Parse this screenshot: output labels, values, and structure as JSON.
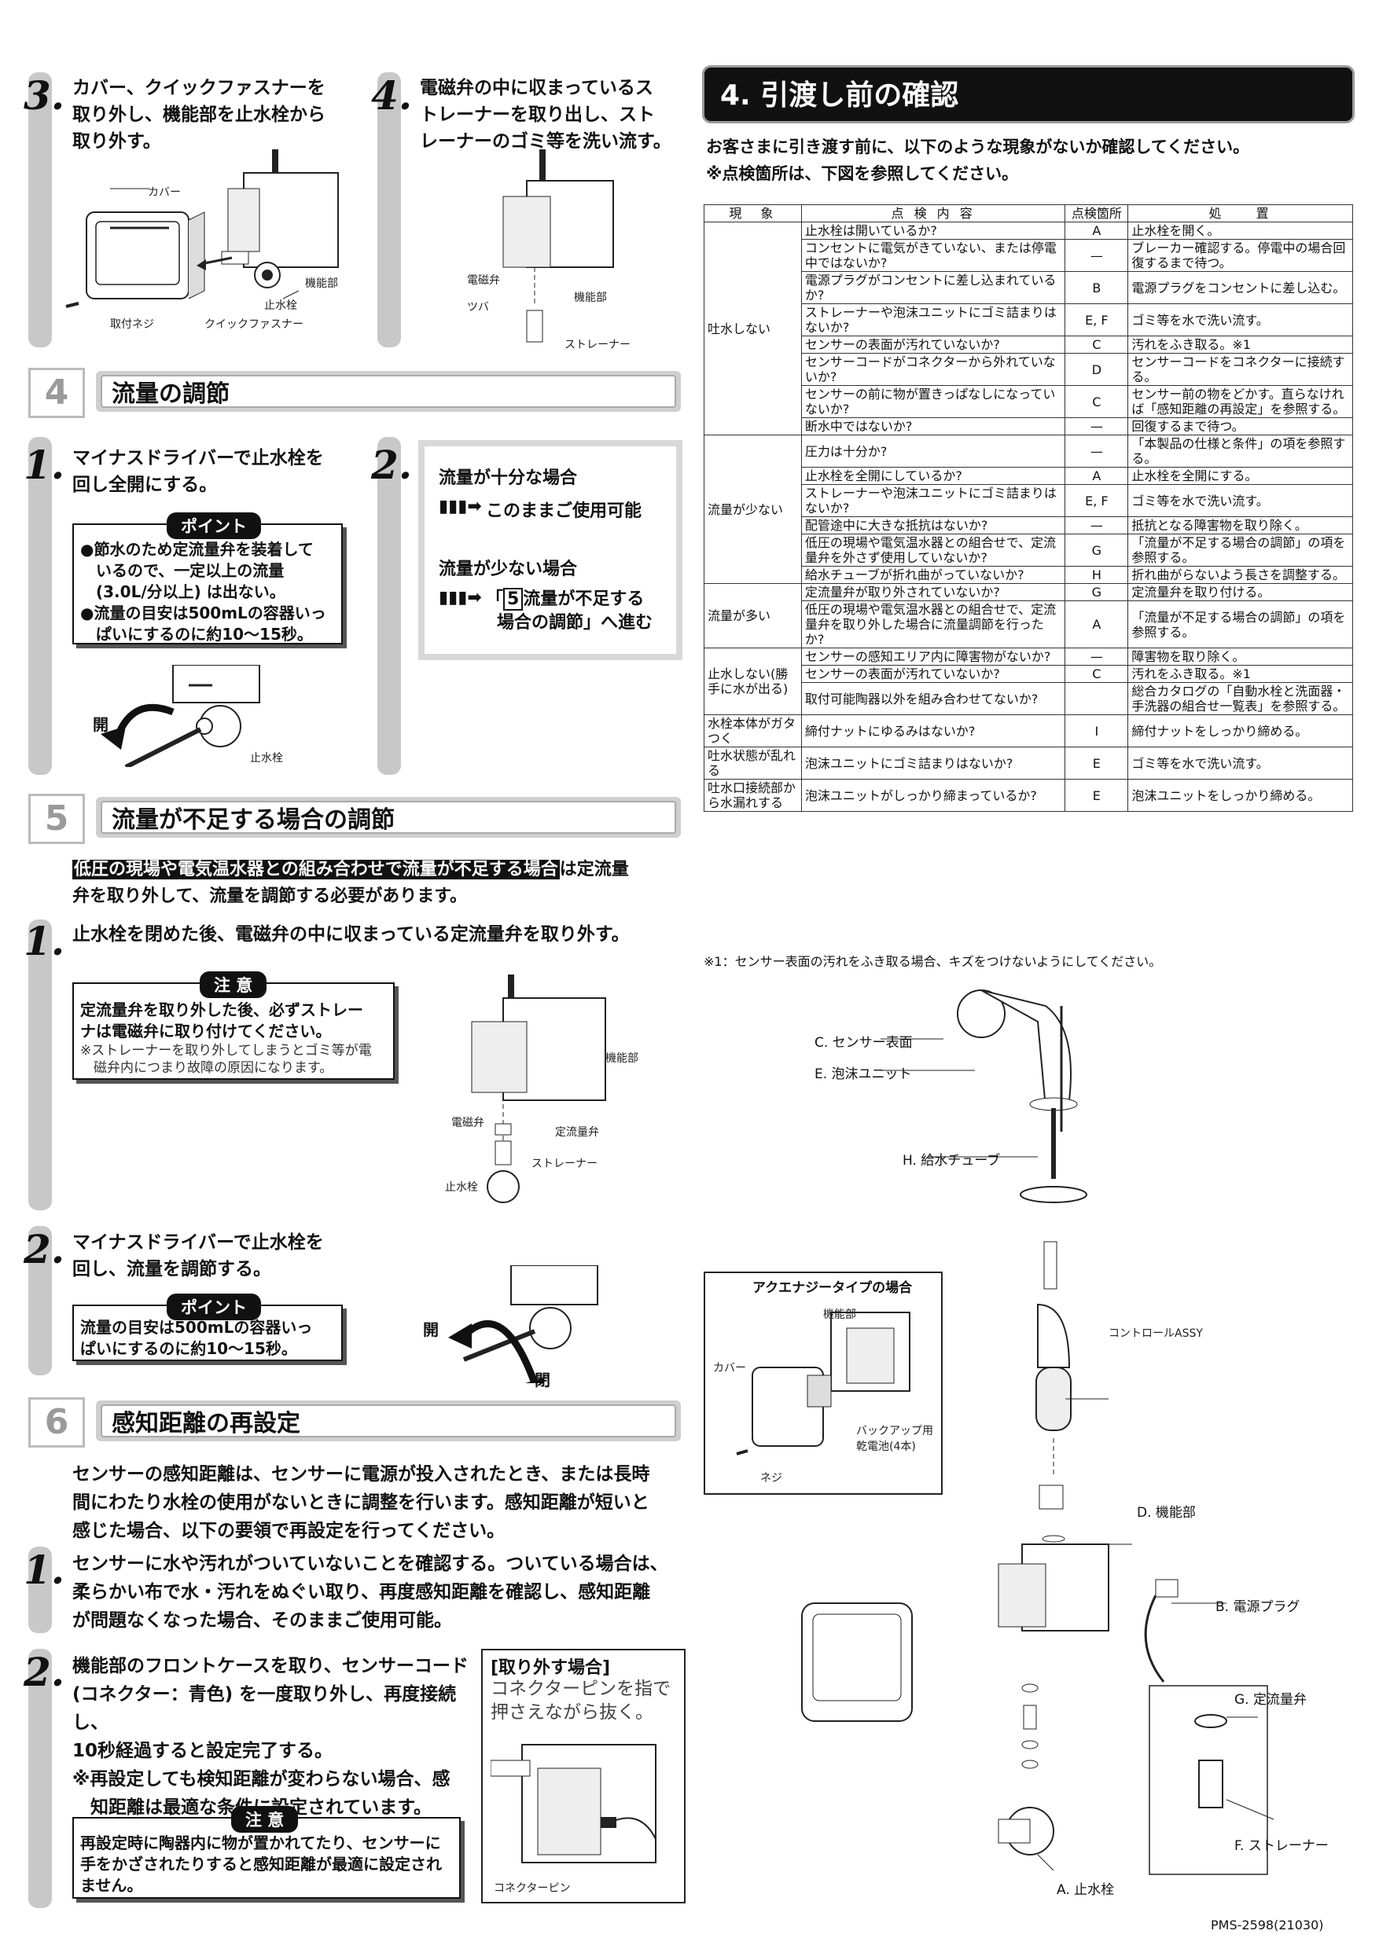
{
  "s3_top": {
    "step3_num": "3.",
    "step3_text": [
      "カバー、クイックファスナーを",
      "取り外し、機能部を止水栓から",
      "取り外す。"
    ],
    "step3_labels": {
      "cover": "カバー",
      "screw": "取付ネジ",
      "fastener": "クイックファスナー",
      "valve": "止水栓",
      "unit": "機能部"
    },
    "step4_num": "4.",
    "step4_text": [
      "電磁弁の中に収まっているス",
      "トレーナーを取り出し、スト",
      "レーナーのゴミ等を洗い流す。"
    ],
    "step4_labels": {
      "solenoid": "電磁弁",
      "tsuba": "ツバ",
      "unit": "機能部",
      "strainer": "ストレーナー"
    }
  },
  "sec4": {
    "num": "4",
    "title": "流量の調節",
    "step1_num": "1.",
    "step1_text": [
      "マイナスドライバーで止水栓を",
      "回し全開にする。"
    ],
    "point_label": "ポイント",
    "point_lines": [
      "●節水のため定流量弁を装着して",
      "　いるので、一定以上の流量",
      "　(3.0L/分以上) は出ない。",
      "●流量の目安は500mLの容器いっ",
      "　ぱいにするのに約10〜15秒。"
    ],
    "open_label": "開",
    "valve_label": "止水栓",
    "step2_num": "2.",
    "box_case1": "流量が十分な場合",
    "box_arrow1": "このままご使用可能",
    "box_case2": "流量が少ない場合",
    "box_arrow2_a": "「",
    "box_arrow2_num": "5",
    "box_arrow2_b": "流量が不足する",
    "box_arrow2_c": "場合の調節」へ進む"
  },
  "sec5": {
    "num": "5",
    "title": "流量が不足する場合の調節",
    "intro_highlight": "低圧の現場や電気温水器との組み合わせで流量が不足する場合",
    "intro_rest": "は定流量",
    "intro_line2": "弁を取り外して、流量を調節する必要があります。",
    "step1_num": "1.",
    "step1_text": "止水栓を閉めた後、電磁弁の中に収まっている定流量弁を取り外す。",
    "caution_label": "注 意",
    "caution_lines": [
      "定流量弁を取り外した後、必ずストレー",
      "ナは電磁弁に取り付けてください。"
    ],
    "caution_note": [
      "※ストレーナーを取り外してしまうとゴミ等が電",
      "　磁弁内につまり故障の原因になります。"
    ],
    "fig_labels": {
      "unit": "機能部",
      "solenoid": "電磁弁",
      "flowvalve": "定流量弁",
      "strainer": "ストレーナー",
      "valve": "止水栓"
    },
    "step2_num": "2.",
    "step2_text": [
      "マイナスドライバーで止水栓を",
      "回し、流量を調節する。"
    ],
    "point_label": "ポイント",
    "point_lines": [
      "流量の目安は500mLの容器いっ",
      "ぱいにするのに約10〜15秒。"
    ],
    "open_label": "開",
    "close_label": "閉"
  },
  "sec6": {
    "num": "6",
    "title": "感知距離の再設定",
    "intro": [
      "センサーの感知距離は、センサーに電源が投入されたとき、または長時",
      "間にわたり水栓の使用がないときに調整を行います。感知距離が短いと",
      "感じた場合、以下の要領で再設定を行ってください。"
    ],
    "step1_num": "1.",
    "step1_text": [
      "センサーに水や汚れがついていないことを確認する。ついている場合は、",
      "柔らかい布で水・汚れをぬぐい取り、再度感知距離を確認し、感知距離",
      "が問題なくなった場合、そのままご使用可能。"
    ],
    "step2_num": "2.",
    "step2_text": [
      "機能部のフロントケースを取り、センサーコード",
      "(コネクター：青色) を一度取り外し、再度接続し、",
      "10秒経過すると設定完了する。",
      "※再設定しても検知距離が変わらない場合、感",
      "　知距離は最適な条件に設定されています。"
    ],
    "caution_label": "注 意",
    "caution_lines": [
      "再設定時に陶器内に物が置かれてたり、センサーに",
      "手をかざされたりすると感知距離が最適に設定され",
      "ません。"
    ],
    "remove_title": "[取り外す場合]",
    "remove_text": [
      "コネクターピンを指で",
      "押さえながら抜く。"
    ],
    "connector_label": "コネクターピン"
  },
  "right": {
    "title": "4. 引渡し前の確認",
    "intro1": "お客さまに引き渡す前に、以下のような現象がないか確認してください。",
    "intro2": "※点検箇所は、下図を参照してください。",
    "table_headers": [
      "現　象",
      "点 検 内 容",
      "点検箇所",
      "処　　置"
    ],
    "groups": [
      {
        "phenomenon": "吐水しない",
        "rows": [
          [
            "止水栓は開いているか?",
            "A",
            "止水栓を開く。"
          ],
          [
            "コンセントに電気がきていない、または停電中ではないか?",
            "—",
            "ブレーカー確認する。停電中の場合回復するまで待つ。"
          ],
          [
            "電源プラグがコンセントに差し込まれているか?",
            "B",
            "電源プラグをコンセントに差し込む。"
          ],
          [
            "ストレーナーや泡沫ユニットにゴミ詰まりはないか?",
            "E, F",
            "ゴミ等を水で洗い流す。"
          ],
          [
            "センサーの表面が汚れていないか?",
            "C",
            "汚れをふき取る。※1"
          ],
          [
            "センサーコードがコネクターから外れていないか?",
            "D",
            "センサーコードをコネクターに接続する。"
          ],
          [
            "センサーの前に物が置きっぱなしになっていないか?",
            "C",
            "センサー前の物をどかす。直らなければ「感知距離の再設定」を参照する。"
          ],
          [
            "断水中ではないか?",
            "—",
            "回復するまで待つ。"
          ]
        ]
      },
      {
        "phenomenon": "流量が少ない",
        "rows": [
          [
            "圧力は十分か?",
            "—",
            "「本製品の仕様と条件」の項を参照する。"
          ],
          [
            "止水栓を全開にしているか?",
            "A",
            "止水栓を全開にする。"
          ],
          [
            "ストレーナーや泡沫ユニットにゴミ詰まりはないか?",
            "E, F",
            "ゴミ等を水で洗い流す。"
          ],
          [
            "配管途中に大きな抵抗はないか?",
            "—",
            "抵抗となる障害物を取り除く。"
          ],
          [
            "低圧の現場や電気温水器との組合せで、定流量弁を外さず使用していないか?",
            "G",
            "「流量が不足する場合の調節」の項を参照する。"
          ],
          [
            "給水チューブが折れ曲がっていないか?",
            "H",
            "折れ曲がらないよう長さを調整する。"
          ]
        ]
      },
      {
        "phenomenon": "流量が多い",
        "rows": [
          [
            "定流量弁が取り外されていないか?",
            "G",
            "定流量弁を取り付ける。"
          ],
          [
            "低圧の現場や電気温水器との組合せで、定流量弁を取り外した場合に流量調節を行ったか?",
            "A",
            "「流量が不足する場合の調節」の項を参照する。"
          ]
        ]
      },
      {
        "phenomenon": "止水しない(勝手に水が出る)",
        "rows": [
          [
            "センサーの感知エリア内に障害物がないか?",
            "—",
            "障害物を取り除く。"
          ],
          [
            "センサーの表面が汚れていないか?",
            "C",
            "汚れをふき取る。※1"
          ],
          [
            "取付可能陶器以外を組み合わせてないか?",
            "",
            "総合カタログの「自動水栓と洗面器・手洗器の組合せ一覧表」を参照する。"
          ]
        ]
      },
      {
        "phenomenon": "水栓本体がガタつく",
        "rows": [
          [
            "締付ナットにゆるみはないか?",
            "I",
            "締付ナットをしっかり締める。"
          ]
        ]
      },
      {
        "phenomenon": "吐水状態が乱れる",
        "rows": [
          [
            "泡沫ユニットにゴミ詰まりはないか?",
            "E",
            "ゴミ等を水で洗い流す。"
          ]
        ]
      },
      {
        "phenomenon": "吐水口接続部から水漏れする",
        "rows": [
          [
            "泡沫ユニットがしっかり締まっているか?",
            "E",
            "泡沫ユニットをしっかり締める。"
          ]
        ]
      }
    ],
    "footnote": "※1：センサー表面の汚れをふき取る場合、キズをつけないようにしてください。",
    "diagram_labels": {
      "c": "C. センサー表面",
      "e": "E. 泡沫ユニット",
      "h": "H. 給水チューブ",
      "control": "コントロールASSY",
      "d": "D. 機能部",
      "b": "B. 電源プラグ",
      "g": "G. 定流量弁",
      "f": "F. ストレーナー",
      "a": "A. 止水栓"
    },
    "inset": {
      "title": "アクエナジータイプの場合",
      "unit": "機能部",
      "cover": "カバー",
      "battery1": "バックアップ用",
      "battery2": "乾電池(4本)",
      "screw": "ネジ"
    },
    "doc_code": "PMS-2598(21030)"
  }
}
